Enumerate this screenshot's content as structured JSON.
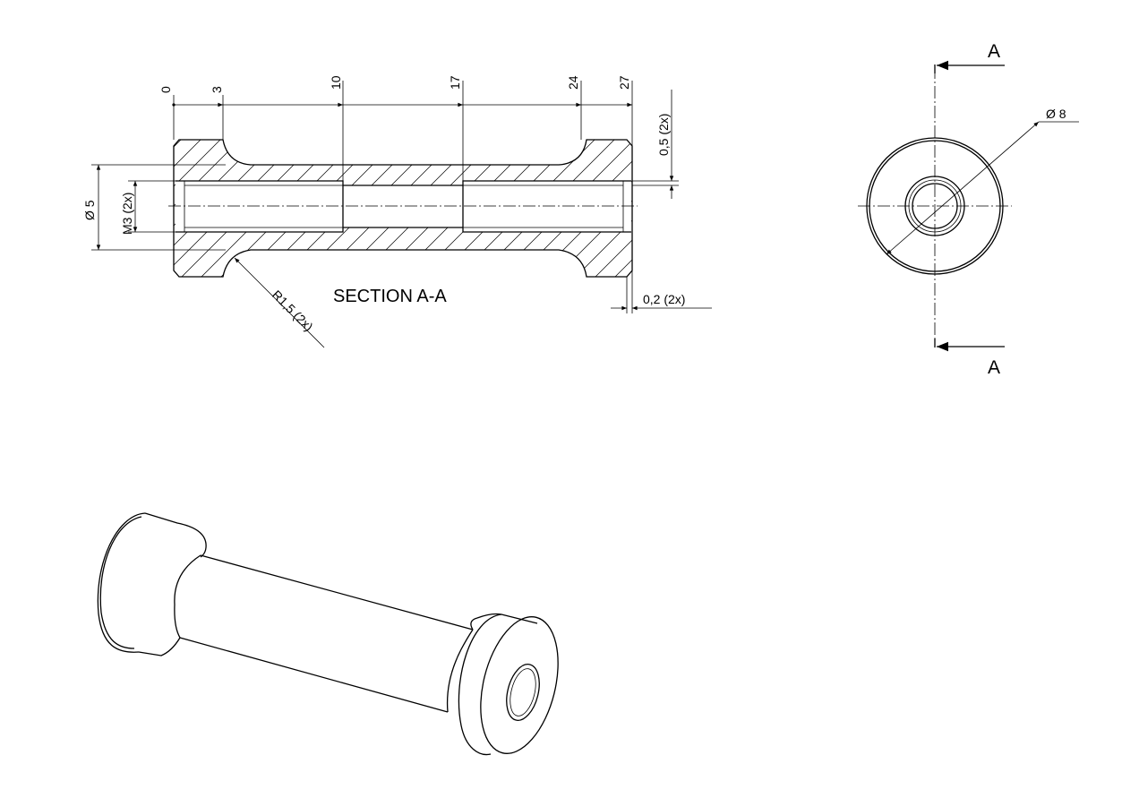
{
  "section_view": {
    "title": "SECTION A-A",
    "x_dims": [
      "0",
      "3",
      "10",
      "17",
      "24",
      "27"
    ],
    "dia_outer": "Ø 5",
    "thread": "M3 (2x)",
    "radius": "R1,5 (2x)",
    "chamfer_vertical": "0,5 (2x)",
    "chamfer_horizontal": "0,2 (2x)"
  },
  "end_view": {
    "diameter": "Ø 8",
    "section_label_top": "A",
    "section_label_bottom": "A"
  },
  "colors": {
    "line": "#000000",
    "background": "#ffffff"
  }
}
